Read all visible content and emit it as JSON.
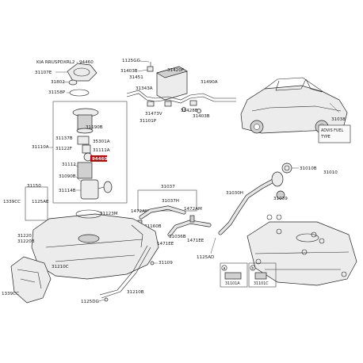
{
  "header": {
    "model_label": "KIA RRUSPDXRL2 - 94460"
  },
  "labels": {
    "l31107E": "31107E",
    "l31802": "31802",
    "l31158P": "31158P",
    "l31190B": "31190B",
    "l31137B": "31137B",
    "l31122F": "31122F",
    "l35301A": "35301A",
    "l31111A": "31111A",
    "l31110A": "31110A",
    "l31112": "31112",
    "l94460": "94460",
    "l31090B": "31090B",
    "l31114B": "31114B",
    "l1125GG": "1125GG",
    "l31420F": "31420F",
    "l31403B": "31403B",
    "l31451": "31451",
    "l31343A": "31343A",
    "l31490A": "31490A",
    "l31473V": "31473V",
    "l31101P": "31101P",
    "l31428B": "31428B",
    "l31403B2": "31403B",
    "l31038": "31038",
    "l31150": "31150",
    "l1339CC": "1339CC",
    "l1125AE": "1125AE",
    "l31123M": "31123M",
    "l31220": "31220",
    "l31220B": "31220B",
    "l31210C": "31210C",
    "l1339CC2": "1339CC",
    "l31109": "31109",
    "l1125DG": "1125DG",
    "l31210B": "31210B",
    "l31037": "31037",
    "l31037H": "31037H",
    "l1472AM": "1472AM",
    "l1472AM2": "1472AM",
    "l31160B": "31160B",
    "l1471EE": "1471EE",
    "l31036B": "31036B",
    "l1471EE2": "1471EE",
    "l31010B": "31010B",
    "l31010": "31010",
    "l31030H": "31030H",
    "l31039": "31039",
    "l1125AD": "1125AD",
    "l31101A": "31101A",
    "l31101C": "31101C",
    "lA": "a",
    "lB": "b"
  },
  "placard": {
    "line1": "ADVIS FUEL",
    "line2": "TYPE"
  }
}
